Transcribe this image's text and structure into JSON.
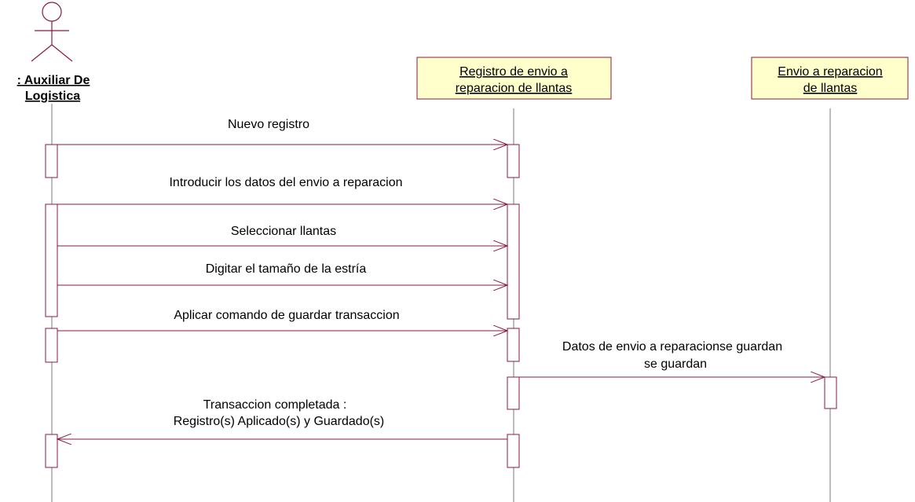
{
  "colors": {
    "line": "#8b1a3c",
    "lifeline": "#7a7a7a",
    "object_fill": "#ffffcc",
    "activation_fill": "#ffffff",
    "text": "#000000"
  },
  "actor": {
    "line1": ": Auxiliar De",
    "line2": "Logistica"
  },
  "objects": {
    "registro": {
      "line1": "Registro de envio a",
      "line2": "reparacion de llantas"
    },
    "envio": {
      "line1": "Envio a reparacion",
      "line2": "de llantas"
    }
  },
  "messages": {
    "m1": "Nuevo registro",
    "m2": "Introducir los datos del envio a reparacion",
    "m3": "Seleccionar llantas",
    "m4": "Digitar el tamaño de la estría",
    "m5": "Aplicar comando de guardar transaccion",
    "m6_line1": "Datos de envio a reparacionse guardan",
    "m6_line2": "se guardan",
    "m7_line1": "Transaccion completada :",
    "m7_line2": "Registro(s) Aplicado(s) y Guardado(s)"
  }
}
